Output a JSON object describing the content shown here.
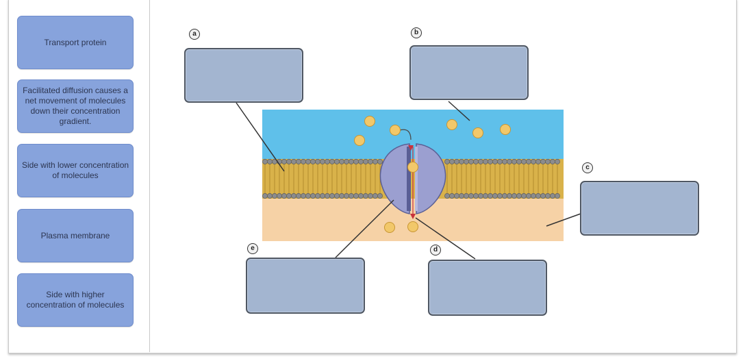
{
  "labels": [
    "Transport protein",
    "Facilitated diffusion causes a net movement of molecules down their concentration gradient.",
    "Side with lower concentration of molecules",
    "Plasma membrane",
    "Side with higher concentration of molecules"
  ],
  "targets": [
    {
      "id": "a",
      "letter": "a"
    },
    {
      "id": "b",
      "letter": "b"
    },
    {
      "id": "c",
      "letter": "c"
    },
    {
      "id": "d",
      "letter": "d"
    },
    {
      "id": "e",
      "letter": "e"
    }
  ],
  "colors": {
    "extracellular": "#5fc0ea",
    "cytoplasm": "#f6d2a6",
    "lipid_head": "#8c8c8c",
    "lipid_tail": "#d9b24a",
    "protein": "#9b9fd0",
    "molecule": "#f2c86a",
    "arrow": "#c8323b"
  }
}
